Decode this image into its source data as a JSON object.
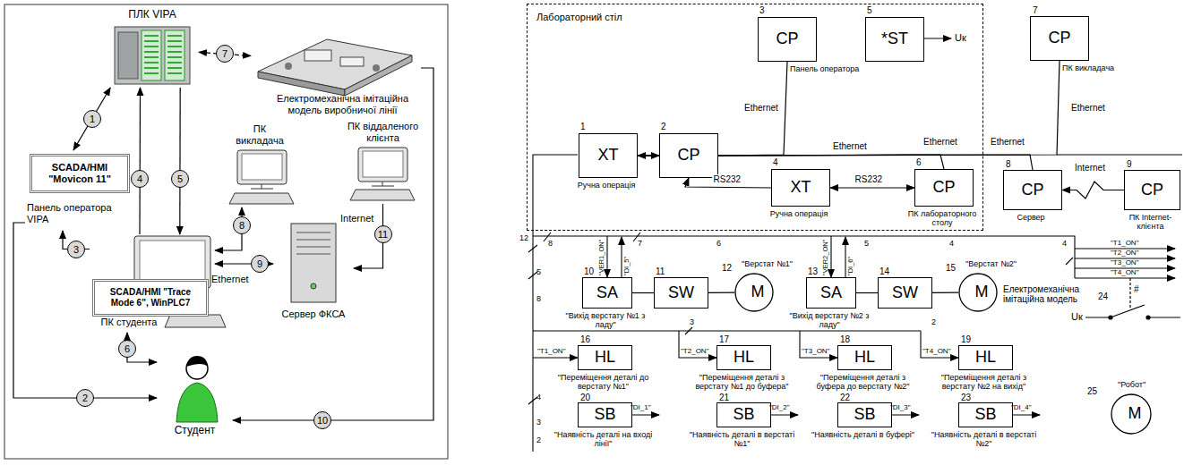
{
  "diagram": {
    "nodes": [
      {
        "text": [
          "ПЛК VIPA"
        ]
      },
      {
        "text": [
          "Електромеханічна імітаційна модель виробничої лінії"
        ]
      },
      {
        "text": [
          "SCADA/HMI \"Movicon 11\"",
          "Панель оператора VIPA"
        ]
      },
      {
        "text": [
          "ПК викладача"
        ]
      },
      {
        "text": [
          "ПК віддаленого клієнта"
        ]
      },
      {
        "text": [
          "SCADA/HMI \"Trace Mode 6\", WinPLC7",
          "ПК студента"
        ]
      },
      {
        "text": [
          "Сервер ФКСА"
        ]
      },
      {
        "text": [
          "Студент"
        ]
      },
      {
        "text": [
          "Лабораторний стіл"
        ]
      },
      {
        "text": [
          "XT",
          "Ручна операція"
        ],
        "in": 8
      },
      {
        "text": [
          "CP"
        ],
        "in": 8
      },
      {
        "text": [
          "CP",
          "Панель оператора"
        ],
        "in": 8
      },
      {
        "text": [
          "*ST"
        ],
        "in": 8
      },
      {
        "text": [
          "XT",
          "Ручна операція"
        ],
        "in": 8
      },
      {
        "text": [
          "CP",
          "ПК лабораторного столу"
        ],
        "in": 8
      },
      {
        "text": [
          "CP",
          "ПК викладача"
        ]
      },
      {
        "text": [
          "CP",
          "Сервер"
        ]
      },
      {
        "text": [
          "CP",
          "ПК Internet-клієнта"
        ]
      },
      {
        "text": [
          "SA",
          "\"Вихід верстату №1 з ладу\""
        ]
      },
      {
        "text": [
          "SW"
        ]
      },
      {
        "text": [
          "M",
          "\"Верстат №1\""
        ]
      },
      {
        "text": [
          "SA",
          "\"Вихід верстату №2 з ладу\""
        ]
      },
      {
        "text": [
          "SW"
        ]
      },
      {
        "text": [
          "M",
          "\"Верстат №2\""
        ]
      },
      {
        "text": [
          "HL",
          "\"Переміщення деталі до верстату №1\""
        ]
      },
      {
        "text": [
          "HL",
          "\"Переміщення деталі з верстату №1 до буфера\""
        ]
      },
      {
        "text": [
          "HL",
          "\"Переміщення деталі з буфера до верстату №2\""
        ]
      },
      {
        "text": [
          "HL",
          "\"Переміщення деталі з верстату №2 на вихід\""
        ]
      },
      {
        "text": [
          "SB",
          "\"Наявність деталі на вході лінії\""
        ]
      },
      {
        "text": [
          "SB",
          "\"Наявність деталі в верстаті №1\""
        ]
      },
      {
        "text": [
          "SB",
          "\"Наявність деталі в буфері\""
        ]
      },
      {
        "text": [
          "SB",
          "\"Наявність деталі в верстаті №2\""
        ]
      },
      {
        "text": [
          "M",
          "\"Робот\""
        ]
      }
    ],
    "edges": [
      {
        "from": 0,
        "to": 2,
        "arrow": "both",
        "label": "1"
      },
      {
        "from": 2,
        "to": 7,
        "arrow": "to",
        "label": "2"
      },
      {
        "from": 5,
        "to": 2,
        "arrow": "to",
        "label": "3"
      },
      {
        "from": 5,
        "to": 0,
        "arrow": "to",
        "label": "4"
      },
      {
        "from": 0,
        "to": 5,
        "arrow": "to",
        "label": "5"
      },
      {
        "from": 5,
        "to": 7,
        "arrow": "both",
        "label": "6"
      },
      {
        "from": 0,
        "to": 1,
        "arrow": "both",
        "label": "7"
      },
      {
        "from": 3,
        "to": 5,
        "arrow": "both",
        "label": "8"
      },
      {
        "from": 5,
        "to": 6,
        "arrow": "both",
        "label": "9"
      },
      {
        "from": 1,
        "to": 7,
        "arrow": "to",
        "label": "10"
      },
      {
        "from": 4,
        "to": 6,
        "arrow": "to",
        "label": "11"
      },
      {
        "from": 9,
        "to": 10,
        "arrow": "both"
      },
      {
        "from": 10,
        "to": 11,
        "arrow": "none",
        "label": "Ethernet"
      },
      {
        "from": 10,
        "to": 14,
        "arrow": "none",
        "label": "Ethernet"
      },
      {
        "from": 10,
        "to": 15,
        "arrow": "none",
        "label": "Ethernet"
      },
      {
        "from": 10,
        "to": 16,
        "arrow": "none",
        "label": "Ethernet"
      },
      {
        "from": 13,
        "to": 10,
        "arrow": "to",
        "label": "RS232"
      },
      {
        "from": 13,
        "to": 14,
        "arrow": "both",
        "label": "RS232"
      },
      {
        "from": 17,
        "to": 16,
        "arrow": "to",
        "label": "Internet"
      },
      {
        "from": 18,
        "to": 19,
        "arrow": "none"
      },
      {
        "from": 19,
        "to": 20,
        "arrow": "none"
      },
      {
        "from": 21,
        "to": 22,
        "arrow": "none"
      },
      {
        "from": 22,
        "to": 23,
        "arrow": "none"
      }
    ],
    "labels": [
      "Ethernet",
      "Internet",
      "Ethernet",
      "Uк",
      "Електромеханічна імітаційна модель",
      "Uк",
      "#",
      "\"T1_ON\"",
      "\"T2_ON\"",
      "\"T3_ON\"",
      "\"T4_ON\"",
      "\"VER1_ON\"",
      "\"DI_5\"",
      "\"VER2_ON\"",
      "\"DI_6\"",
      "\"T1_ON\"",
      "\"T2_ON\"",
      "\"T3_ON\"",
      "\"T4_ON\"",
      "\"DI_1\"",
      "\"DI_2\"",
      "\"DI_3\"",
      "\"DI_4\"",
      "1",
      "2",
      "3",
      "4",
      "5",
      "6",
      "7",
      "8",
      "9",
      "10",
      "11",
      "12",
      "13",
      "14",
      "15",
      "16",
      "17",
      "18",
      "19",
      "20",
      "21",
      "22",
      "23",
      "24",
      "25",
      "12",
      "8",
      "7",
      "6",
      "5",
      "4",
      "4",
      "5",
      "8",
      "3",
      "2",
      "4",
      "3",
      "2"
    ]
  }
}
